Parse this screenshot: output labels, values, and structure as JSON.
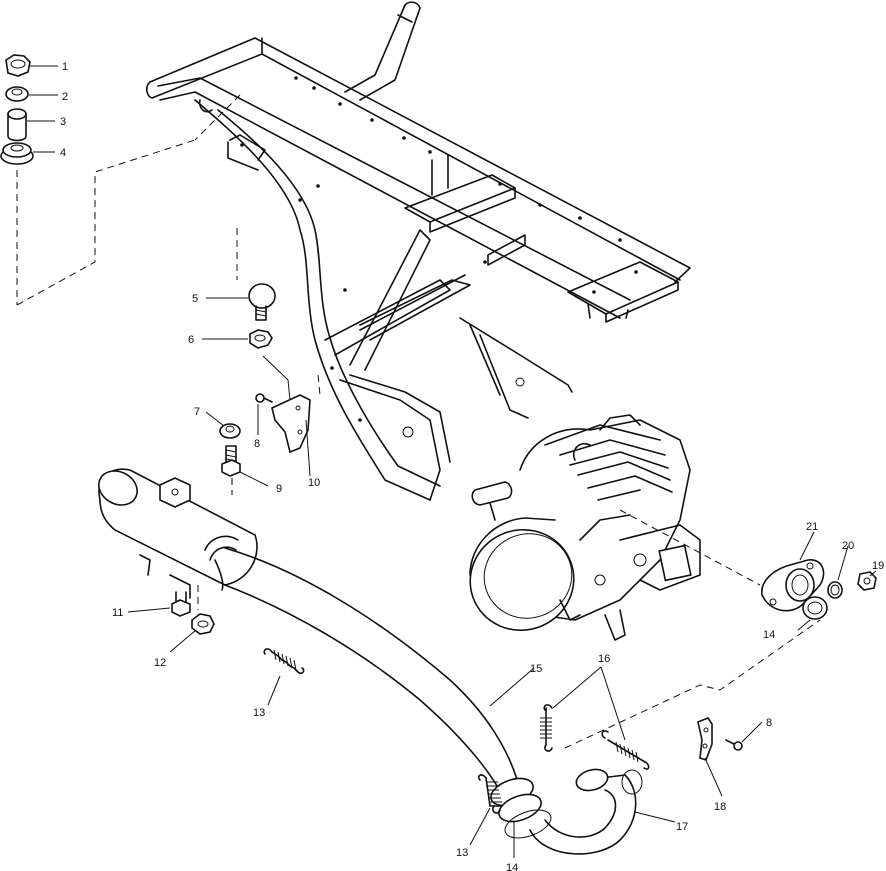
{
  "labels": {
    "l1": "1",
    "l2": "2",
    "l3": "3",
    "l4": "4",
    "l5": "5",
    "l6": "6",
    "l7": "7",
    "l8a": "8",
    "l9": "9",
    "l10": "10",
    "l11": "11",
    "l12": "12",
    "l13a": "13",
    "l13b": "13",
    "l14a": "14",
    "l14b": "14",
    "l15": "15",
    "l16": "16",
    "l17": "17",
    "l18": "18",
    "l8b": "8",
    "l19": "19",
    "l20": "20",
    "l21": "21"
  }
}
